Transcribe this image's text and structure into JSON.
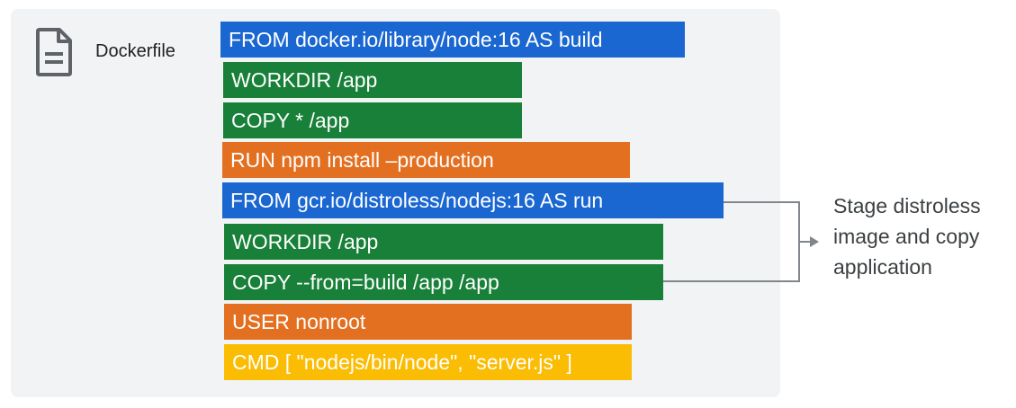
{
  "file": {
    "icon": "document-icon",
    "label": "Dockerfile"
  },
  "instructions": [
    {
      "text": "FROM docker.io/library/node:16 AS build",
      "color": "#1a67d2"
    },
    {
      "text": "WORKDIR /app",
      "color": "#188038"
    },
    {
      "text": "COPY * /app",
      "color": "#188038"
    },
    {
      "text": "RUN npm install –production",
      "color": "#e37021"
    },
    {
      "text": "FROM gcr.io/distroless/nodejs:16 AS run",
      "color": "#1a67d2"
    },
    {
      "text": "WORKDIR /app",
      "color": "#188038"
    },
    {
      "text": "COPY --from=build /app /app",
      "color": "#188038"
    },
    {
      "text": "USER nonroot",
      "color": "#e37021"
    },
    {
      "text": "CMD [ \"nodejs/bin/node\", \"server.js\" ]",
      "color": "#fbbc04"
    }
  ],
  "annotation": {
    "text": "Stage distroless image and copy application",
    "lines": [
      "Stage distroless",
      "image and copy",
      "application"
    ]
  }
}
